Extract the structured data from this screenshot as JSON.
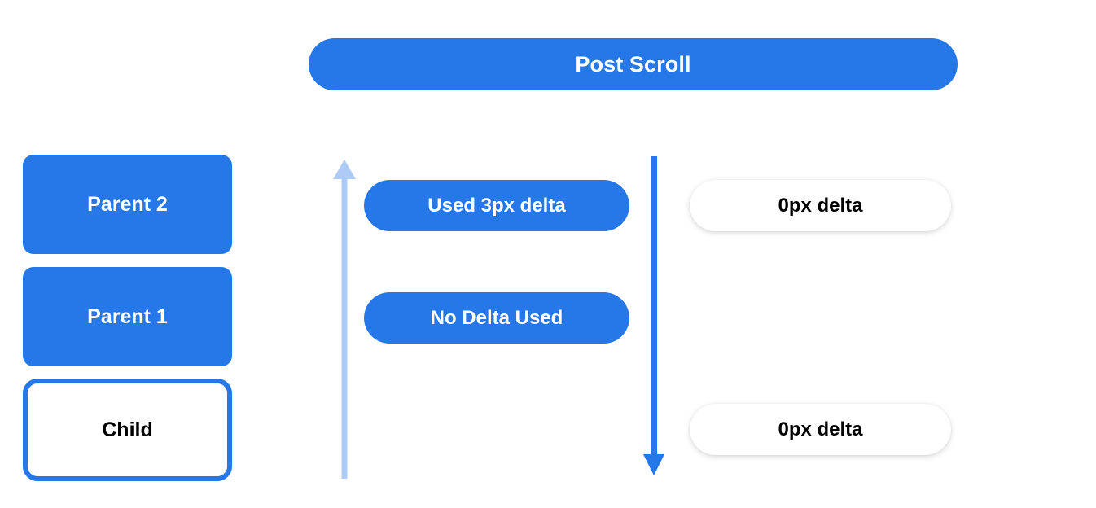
{
  "header": {
    "title": "Post Scroll"
  },
  "hierarchy": {
    "nodes": [
      {
        "label": "Parent 2",
        "style": "filled"
      },
      {
        "label": "Parent 1",
        "style": "filled"
      },
      {
        "label": "Child",
        "style": "outlined"
      }
    ]
  },
  "arrows": [
    {
      "name": "scroll-propagation-up-arrow",
      "direction": "up",
      "color": "#AECBF5"
    },
    {
      "name": "scroll-propagation-down-arrow",
      "direction": "down",
      "color": "#2678E8"
    }
  ],
  "delta_pills": [
    {
      "label": "Used 3px delta"
    },
    {
      "label": "No Delta Used"
    }
  ],
  "result_pills": [
    {
      "label": "0px delta"
    },
    {
      "label": "0px delta"
    }
  ],
  "colors": {
    "brand_blue": "#2678E8",
    "light_blue": "#AECBF5",
    "white": "#FFFFFF",
    "black": "#000000"
  }
}
